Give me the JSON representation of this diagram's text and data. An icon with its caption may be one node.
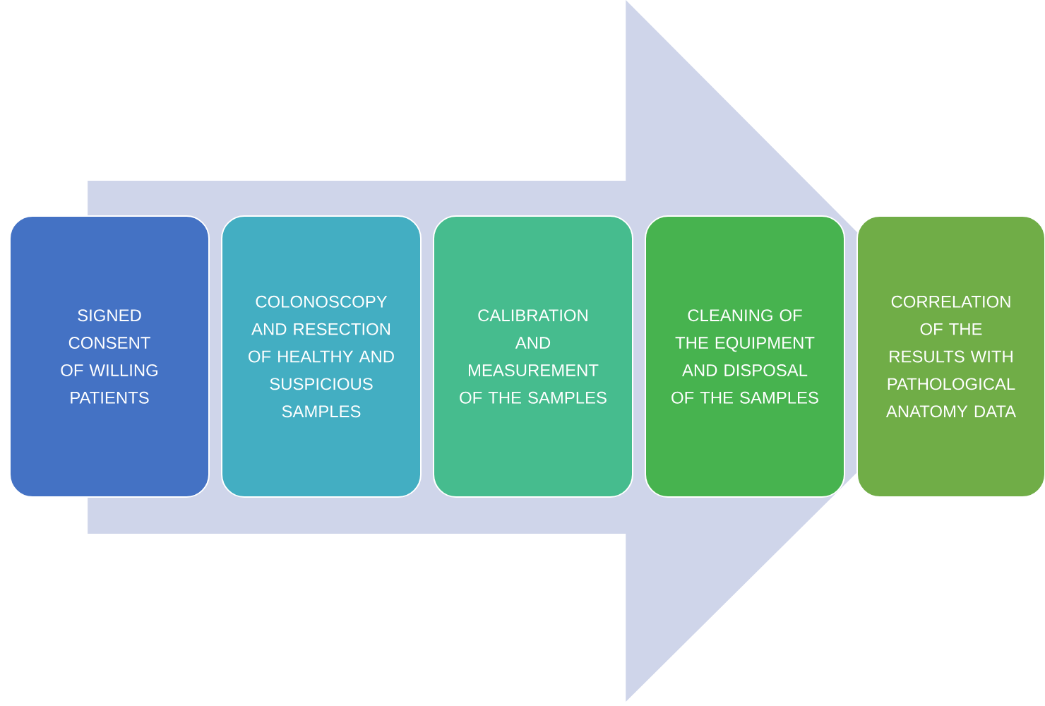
{
  "diagram": {
    "nodes": [
      {
        "text": [
          "SIGNED CONSENT OF WILLING PATIENTS"
        ]
      },
      {
        "text": [
          "COLONOSCOPY AND RESECTION OF HEALTHY AND SUSPICIOUS SAMPLES"
        ]
      },
      {
        "text": [
          "CALIBRATION AND MEASUREMENT OF THE SAMPLES"
        ]
      },
      {
        "text": [
          "CLEANING OF THE EQUIPMENT AND DISPOSAL OF THE SAMPLES"
        ]
      },
      {
        "text": [
          "CORRELATION OF THE RESULTS WITH PATHOLOGICAL ANATOMY DATA"
        ]
      }
    ],
    "edges": [
      {
        "from": 0,
        "to": 4,
        "arrow": "to"
      }
    ]
  }
}
